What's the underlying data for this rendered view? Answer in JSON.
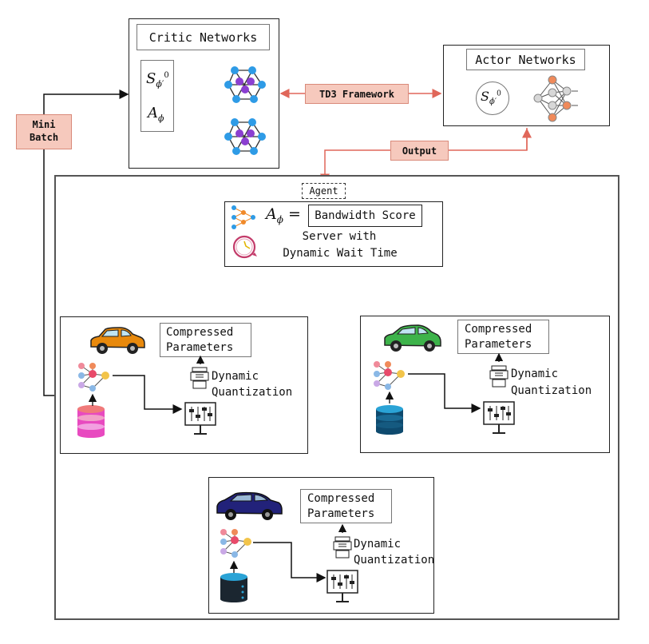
{
  "critic": {
    "title": "Critic Networks",
    "state_symbol": "S",
    "state_sub": "ϕ′",
    "state_sup": "0",
    "action_symbol": "A",
    "action_sub": "ϕ"
  },
  "actor": {
    "title": "Actor Networks",
    "state_symbol": "S",
    "state_sub": "ϕ′",
    "state_sup": "0"
  },
  "framework_label": "TD3 Framework",
  "output_label": "Output",
  "minibatch_label_line1": "Mini",
  "minibatch_label_line2": "Batch",
  "agent": {
    "tag": "Agent",
    "formula_symbol": "A",
    "formula_sub": "ϕ",
    "formula_eq": "=",
    "score_label": "Bandwidth Score",
    "server_line1": "Server with",
    "server_line2": "Dynamic Wait Time"
  },
  "clients": [
    {
      "compressed_line1": "Compressed",
      "compressed_line2": "Parameters",
      "quant_line1": "Dynamic",
      "quant_line2": "Quantization",
      "car_color": "#e8890c",
      "db_color": "#e84ac0"
    },
    {
      "compressed_line1": "Compressed",
      "compressed_line2": "Parameters",
      "quant_line1": "Dynamic",
      "quant_line2": "Quantization",
      "car_color": "#3db34a",
      "db_color": "#0e4a6e"
    },
    {
      "compressed_line1": "Compressed",
      "compressed_line2": "Parameters",
      "quant_line1": "Dynamic",
      "quant_line2": "Quantization",
      "car_color": "#22227a",
      "db_color": "#1b2630"
    }
  ],
  "colors": {
    "arrow_red": "#e0675a",
    "pink_fill": "#f6c9bd",
    "node_blue": "#2e9be6",
    "node_purple": "#8b3fd1",
    "node_orange": "#f08a5a"
  }
}
